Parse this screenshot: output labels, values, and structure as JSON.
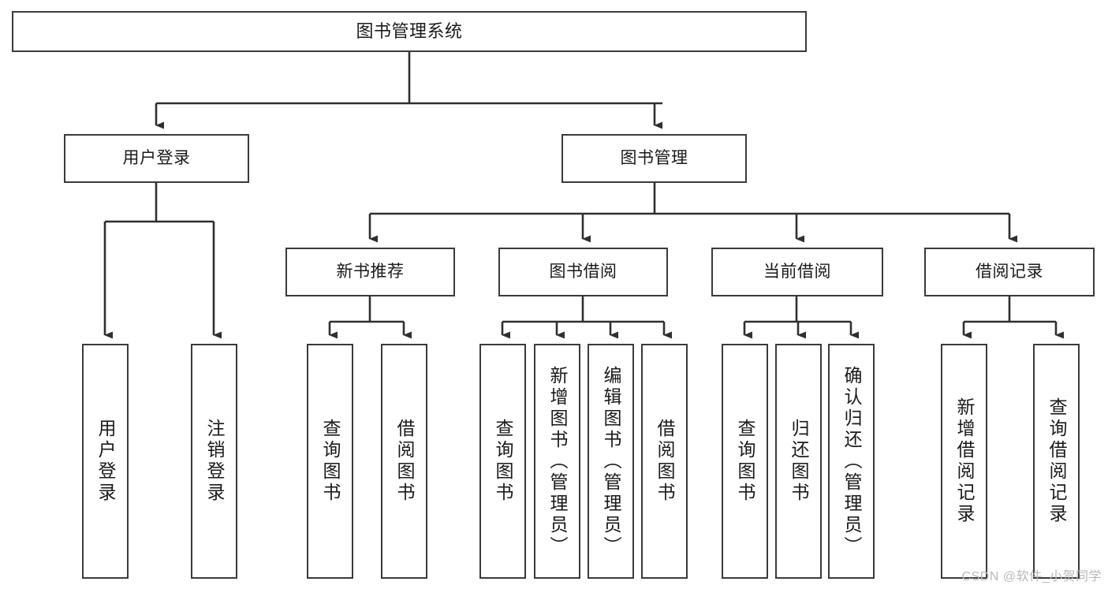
{
  "diagram": {
    "title": "图书管理系统",
    "type": "tree-hierarchy-chart",
    "watermark": "CSDN @软件_小贺同学",
    "colors": {
      "node_border": "#3a3a3a",
      "node_fill": "#ffffff",
      "edge": "#2f2f2f",
      "text": "#1a1a1a",
      "watermark": "#b9b9b9",
      "background": "#ffffff"
    },
    "levels": [
      {
        "level": 1,
        "nodes": [
          {
            "id": "root",
            "label": "图书管理系统"
          }
        ]
      },
      {
        "level": 2,
        "nodes": [
          {
            "id": "user-login",
            "label": "用户登录"
          },
          {
            "id": "book-manage",
            "label": "图书管理"
          }
        ]
      },
      {
        "level": 3,
        "nodes": [
          {
            "id": "new-book-rec",
            "label": "新书推荐"
          },
          {
            "id": "book-borrow",
            "label": "图书借阅"
          },
          {
            "id": "current-borrow",
            "label": "当前借阅"
          },
          {
            "id": "borrow-record",
            "label": "借阅记录"
          }
        ]
      },
      {
        "level": 4,
        "nodes": [
          {
            "id": "leaf-user-login",
            "label": "用户登录"
          },
          {
            "id": "leaf-logout-login",
            "label": "注销登录"
          },
          {
            "id": "leaf-query-book-1",
            "label": "查询图书"
          },
          {
            "id": "leaf-borrow-book-1",
            "label": "借阅图书"
          },
          {
            "id": "leaf-query-book-2",
            "label": "查询图书"
          },
          {
            "id": "leaf-add-book",
            "label": "新增图书（管理员）"
          },
          {
            "id": "leaf-edit-book",
            "label": "编辑图书（管理员）"
          },
          {
            "id": "leaf-borrow-book-2",
            "label": "借阅图书"
          },
          {
            "id": "leaf-query-book-3",
            "label": "查询图书"
          },
          {
            "id": "leaf-return-book",
            "label": "归还图书"
          },
          {
            "id": "leaf-confirm-return",
            "label": "确认归还（管理员）"
          },
          {
            "id": "leaf-add-record",
            "label": "新增借阅记录"
          },
          {
            "id": "leaf-query-record",
            "label": "查询借阅记录"
          }
        ]
      }
    ],
    "edges": [
      {
        "from": "root",
        "to": "user-login"
      },
      {
        "from": "root",
        "to": "book-manage"
      },
      {
        "from": "user-login",
        "to": "leaf-user-login"
      },
      {
        "from": "user-login",
        "to": "leaf-logout-login"
      },
      {
        "from": "book-manage",
        "to": "new-book-rec"
      },
      {
        "from": "book-manage",
        "to": "book-borrow"
      },
      {
        "from": "book-manage",
        "to": "current-borrow"
      },
      {
        "from": "book-manage",
        "to": "borrow-record"
      },
      {
        "from": "new-book-rec",
        "to": "leaf-query-book-1"
      },
      {
        "from": "new-book-rec",
        "to": "leaf-borrow-book-1"
      },
      {
        "from": "book-borrow",
        "to": "leaf-query-book-2"
      },
      {
        "from": "book-borrow",
        "to": "leaf-add-book"
      },
      {
        "from": "book-borrow",
        "to": "leaf-edit-book"
      },
      {
        "from": "book-borrow",
        "to": "leaf-borrow-book-2"
      },
      {
        "from": "current-borrow",
        "to": "leaf-query-book-3"
      },
      {
        "from": "current-borrow",
        "to": "leaf-return-book"
      },
      {
        "from": "current-borrow",
        "to": "leaf-confirm-return"
      },
      {
        "from": "borrow-record",
        "to": "leaf-add-record"
      },
      {
        "from": "borrow-record",
        "to": "leaf-query-record"
      }
    ]
  }
}
